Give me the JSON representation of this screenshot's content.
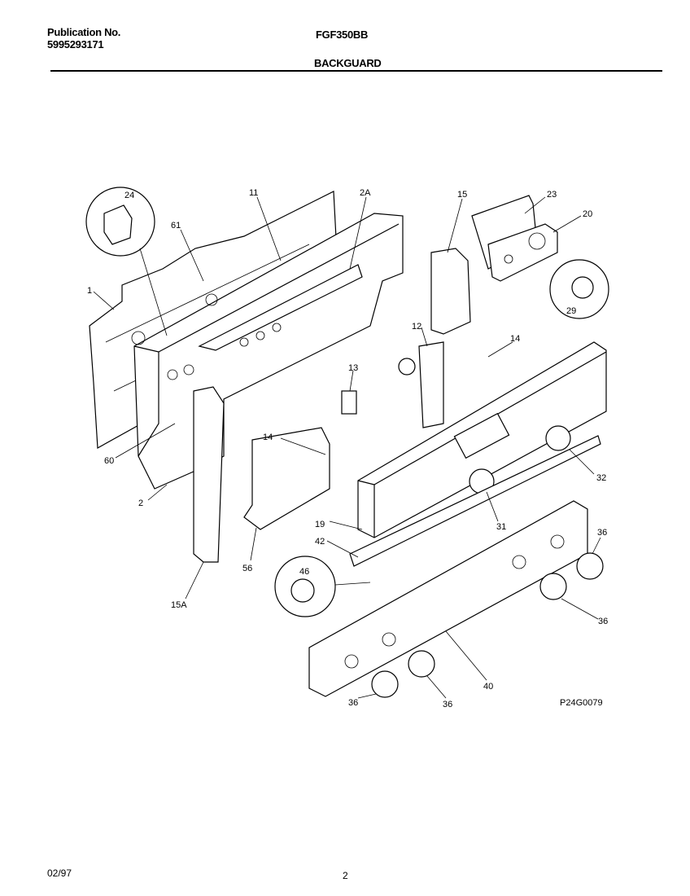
{
  "header": {
    "pub_label": "Publication No.",
    "pub_number": "5995293171",
    "model": "FGF350BB",
    "section": "BACKGUARD"
  },
  "diagram": {
    "code": "P24G0079",
    "callouts": [
      "24",
      "61",
      "11",
      "2A",
      "15",
      "23",
      "20",
      "1",
      "29",
      "12",
      "14",
      "13",
      "60",
      "14",
      "2",
      "32",
      "31",
      "19",
      "42",
      "46",
      "56",
      "15A",
      "36",
      "36",
      "40",
      "36",
      "36"
    ]
  },
  "footer": {
    "date": "02/97",
    "page": "2"
  }
}
